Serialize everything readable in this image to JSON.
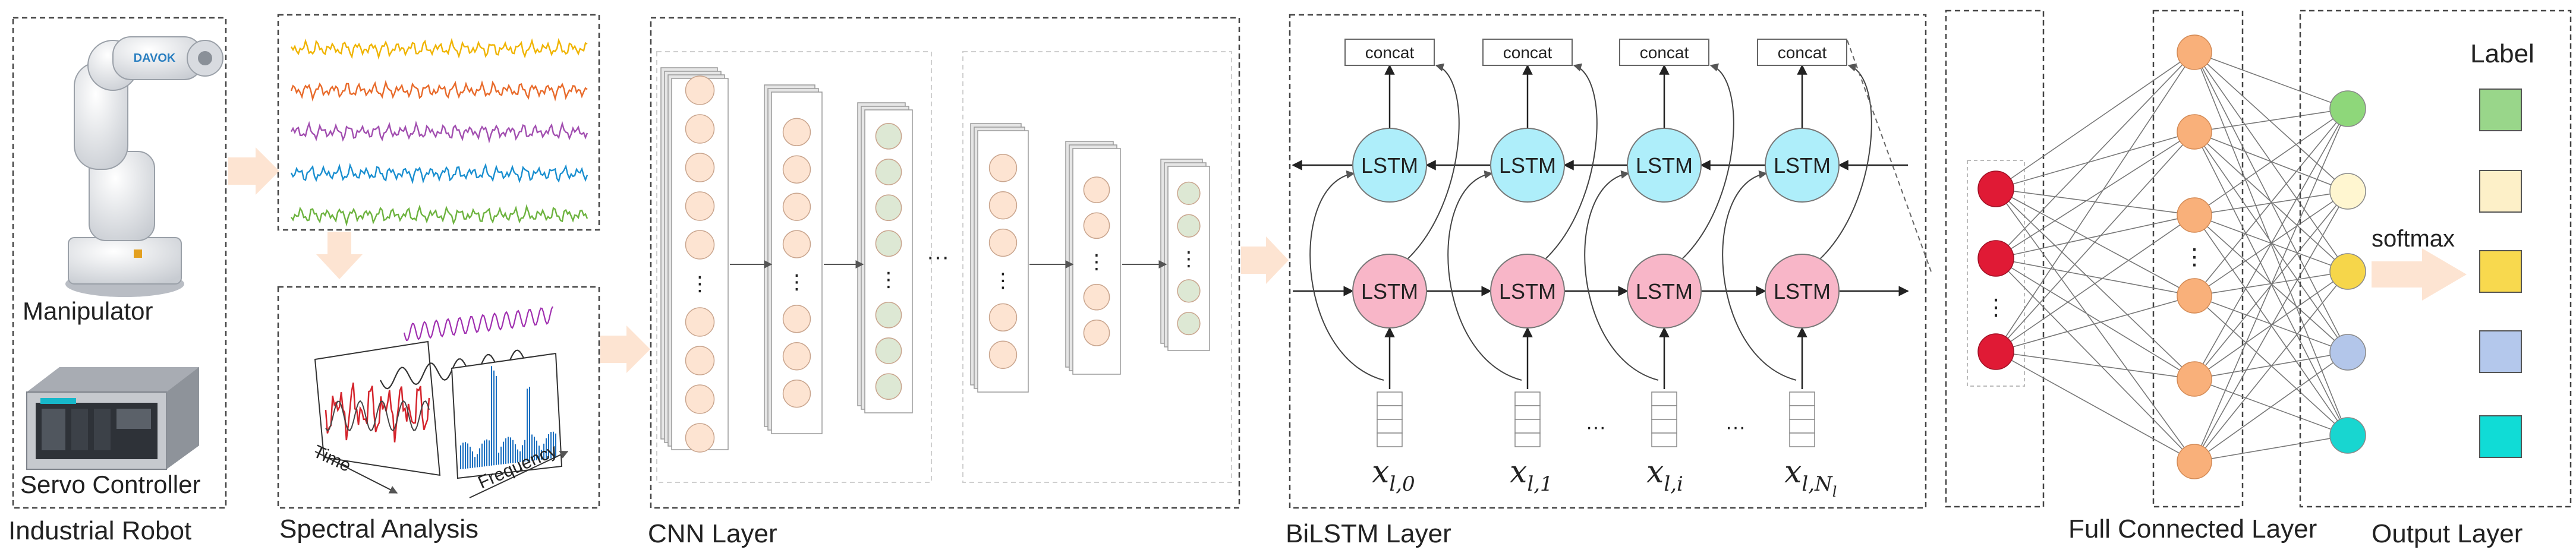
{
  "section_labels": {
    "industrial_robot": "Industrial Robot",
    "spectral_analysis": "Spectral Analysis",
    "cnn_layer": "CNN Layer",
    "bilstm_layer": "BiLSTM Layer",
    "full_connected_layer": "Full Connected Layer",
    "output_layer": "Output Layer"
  },
  "robot": {
    "manipulator_label": "Manipulator",
    "servo_label": "Servo Controller",
    "brand": "DAVOK"
  },
  "spectral": {
    "time_label": "Time",
    "frequency_label": "Frequency",
    "signal_colors": [
      "#f0b400",
      "#e86a2a",
      "#a24fb0",
      "#1a8fd0",
      "#6db33f"
    ]
  },
  "cnn": {
    "ellipsis": "···",
    "dots": "⋮"
  },
  "bilstm": {
    "concat_label": "concat",
    "lstm_label": "LSTM",
    "ellipsis": "···",
    "inputs": [
      {
        "base": "x",
        "sub": "l,0"
      },
      {
        "base": "x",
        "sub": "l,1"
      },
      {
        "base": "x",
        "sub": "l,i"
      },
      {
        "base": "x",
        "sub": "l,N",
        "subsub": "l"
      }
    ],
    "colors": {
      "backward": "#aeeefa",
      "forward": "#f8b6c8"
    }
  },
  "fc": {
    "dots": "⋮",
    "input_color": "#e01a35",
    "hidden_color": "#f9b07a"
  },
  "output": {
    "label_title": "Label",
    "softmax_label": "softmax",
    "node_colors": [
      "#8ed77a",
      "#fff6d0",
      "#f6d64a",
      "#b3c6ea",
      "#18d6d0"
    ],
    "label_colors": [
      "#99d68a",
      "#fdf0c8",
      "#f8d94e",
      "#b4c8ec",
      "#10dcd6"
    ]
  }
}
